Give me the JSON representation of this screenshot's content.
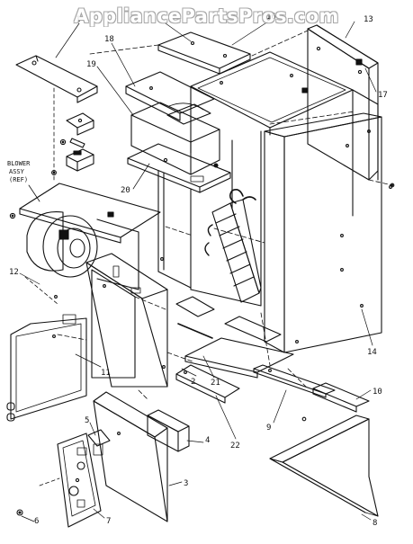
{
  "watermark": "AppliancePartsPros.com",
  "annotation": {
    "line1": "BLOWER",
    "line2": "ASSY",
    "line3": "(REF)"
  },
  "callouts": {
    "c1": "1",
    "c2": "2",
    "c3": "3",
    "c4": "4",
    "c5": "5",
    "c6": "6",
    "c7": "7",
    "c8": "8",
    "c9": "9",
    "c10": "10",
    "c11": "11",
    "c12": "12",
    "c13": "13",
    "c14": "14",
    "c16": "16",
    "c17": "17",
    "c18": "18",
    "c19": "19",
    "c20": "20",
    "c21": "21",
    "c22": "22"
  },
  "colors": {
    "line": "#111111",
    "paper": "#ffffff",
    "watermark_outline": "#9a9a9a"
  }
}
